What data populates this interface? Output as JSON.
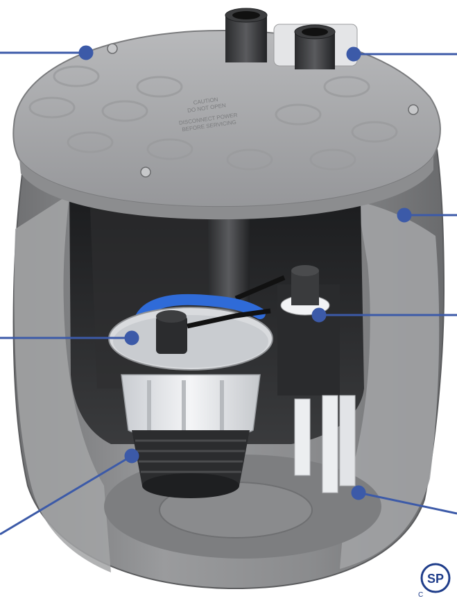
{
  "diagram": {
    "colors": {
      "tank": "#8d8e90",
      "tank_shadow": "#5d5e60",
      "lid": "#a9aaac",
      "pump_white": "#e9ebee",
      "pump_dark": "#2b2c2e",
      "accent_blue": "#2f6bd8",
      "callout": "#3c5aa8"
    },
    "callouts": [
      {
        "id": "lid-bolt",
        "side": "left"
      },
      {
        "id": "discharge-fitting",
        "side": "right"
      },
      {
        "id": "tank-wall",
        "side": "right"
      },
      {
        "id": "float-switch",
        "side": "right"
      },
      {
        "id": "pump-top-plate",
        "side": "left"
      },
      {
        "id": "pump-inlet-screen",
        "side": "left"
      },
      {
        "id": "check-valve-pipe",
        "side": "right"
      }
    ],
    "lid_embossed_text": [
      "CAUTION",
      "DO NOT OPEN",
      "DISCONNECT POWER",
      "BEFORE SERVICING"
    ],
    "certification_mark": {
      "icon": "csa-certification-icon",
      "letters": "SP",
      "caption": "C"
    }
  }
}
